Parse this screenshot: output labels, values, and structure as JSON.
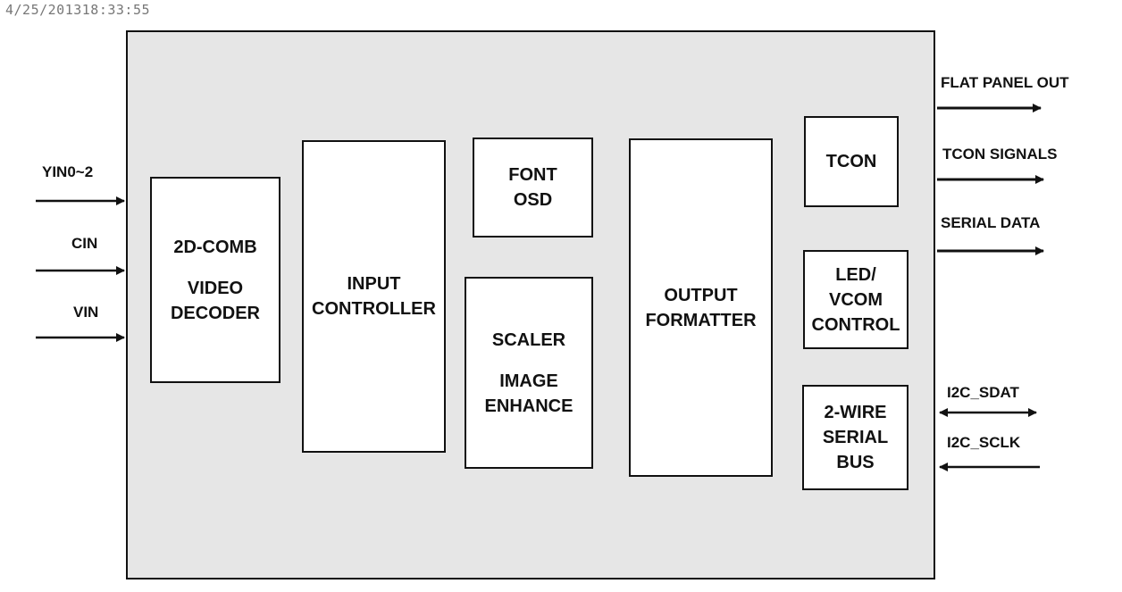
{
  "timestamp": "4/25/201318:33:55",
  "blocks": {
    "decoder": {
      "line1": "2D-COMB",
      "line2": "VIDEO",
      "line3": "DECODER"
    },
    "input_controller": {
      "line1": "INPUT",
      "line2": "CONTROLLER"
    },
    "font_osd": {
      "line1": "FONT",
      "line2": "OSD"
    },
    "scaler": {
      "line1": "SCALER",
      "line2": "IMAGE",
      "line3": "ENHANCE"
    },
    "output_formatter": {
      "line1": "OUTPUT",
      "line2": "FORMATTER"
    },
    "tcon": {
      "line1": "TCON"
    },
    "led_vcom": {
      "line1": "LED/",
      "line2": "VCOM",
      "line3": "CONTROL"
    },
    "serial_bus": {
      "line1": "2-WIRE",
      "line2": "SERIAL",
      "line3": "BUS"
    }
  },
  "inputs": [
    "YIN0~2",
    "CIN",
    "VIN"
  ],
  "outputs": [
    "FLAT PANEL OUT",
    "TCON SIGNALS",
    "SERIAL DATA"
  ],
  "bus_signals": [
    "I2C_SDAT",
    "I2C_SCLK"
  ]
}
